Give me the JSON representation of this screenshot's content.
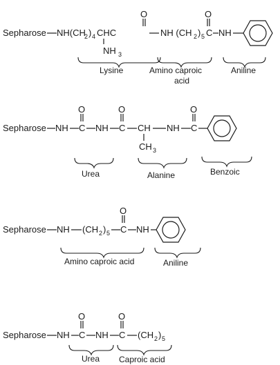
{
  "structures": [
    {
      "id": "lysine-aminocaproic-aniline",
      "formula": {
        "sepharose": "Sepharose",
        "nh_ch2_open": "NH(CH",
        "sub_2": "2",
        "close_paren": ")",
        "sub_4": "4",
        "chc": "CHC",
        "nh_ch2_open2": "NH (CH",
        "sub_2b": "2",
        "close_paren2": ")",
        "sub_5": "5",
        "c": "C",
        "nh": "NH",
        "nh3": "NH",
        "nh3_sub": "3",
        "o1": "O",
        "o2": "O"
      },
      "labels": [
        "Lysine",
        "Amino caproic",
        "acid",
        "Aniline"
      ]
    },
    {
      "id": "urea-alanine-benzoic",
      "formula": {
        "sepharose": "Sepharose",
        "nh1": "NH",
        "c1": "C",
        "nh2": "NH",
        "c2": "C",
        "ch": "CH",
        "nh3": "NH",
        "c3": "C",
        "ch3": "CH",
        "ch3_sub": "3",
        "o1": "O",
        "o2": "O",
        "o3": "O"
      },
      "labels": [
        "Urea",
        "Alanine",
        "Benzoic"
      ]
    },
    {
      "id": "aminocaproic-aniline",
      "formula": {
        "sepharose": "Sepharose",
        "nh1": "NH",
        "ch2_open": "(CH",
        "sub_2": "2",
        "close_paren": ")",
        "sub_5": "5",
        "c": "C",
        "nh2": "NH",
        "o": "O"
      },
      "labels": [
        "Amino caproic acid",
        "Aniline"
      ]
    },
    {
      "id": "urea-caproic",
      "formula": {
        "sepharose": "Sepharose",
        "nh1": "NH",
        "c1": "C",
        "nh2": "NH",
        "c2": "C",
        "ch2_open": "(CH",
        "sub_2": "2",
        "close_paren": ")",
        "sub_5": "5",
        "o1": "O",
        "o2": "O"
      },
      "labels": [
        "Urea",
        "Caproic acid"
      ]
    }
  ]
}
